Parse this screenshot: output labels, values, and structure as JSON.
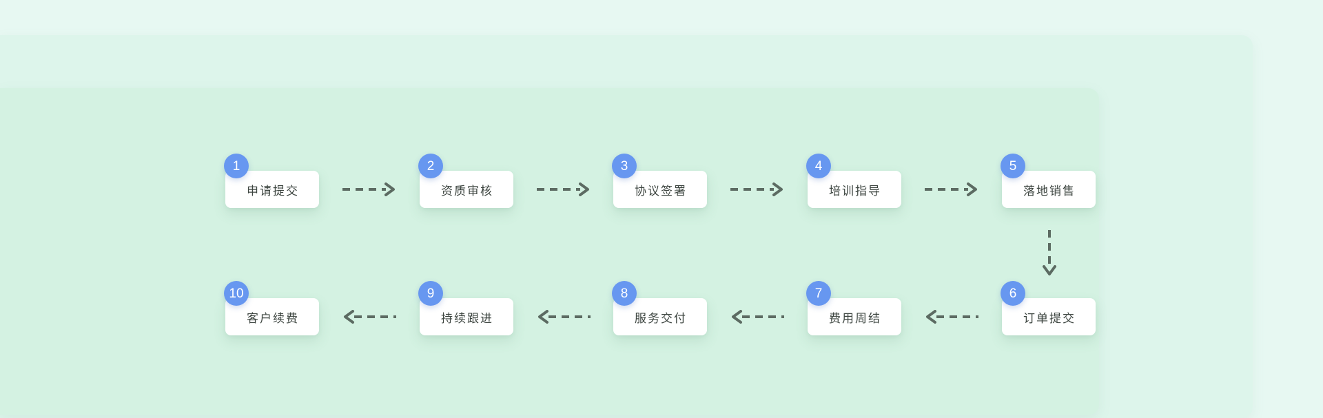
{
  "colors": {
    "page_background": "#e7f8f2",
    "outer_panel": "#ddf5eb",
    "inner_panel": "#d4f2e2",
    "card_background": "#ffffff",
    "badge_blue": "#6797f0",
    "badge_text": "#ffffff",
    "arrow_gray": "#5c6b62",
    "step_text": "#3d4540"
  },
  "flow": {
    "steps": [
      {
        "number": "1",
        "label": "申请提交"
      },
      {
        "number": "2",
        "label": "资质审核"
      },
      {
        "number": "3",
        "label": "协议签署"
      },
      {
        "number": "4",
        "label": "培训指导"
      },
      {
        "number": "5",
        "label": "落地销售"
      },
      {
        "number": "6",
        "label": "订单提交"
      },
      {
        "number": "7",
        "label": "费用周结"
      },
      {
        "number": "8",
        "label": "服务交付"
      },
      {
        "number": "9",
        "label": "持续跟进"
      },
      {
        "number": "10",
        "label": "客户续费"
      }
    ],
    "arrows": {
      "row1_direction": "right",
      "row2_direction": "left",
      "connector_5_to_6": "down"
    }
  }
}
